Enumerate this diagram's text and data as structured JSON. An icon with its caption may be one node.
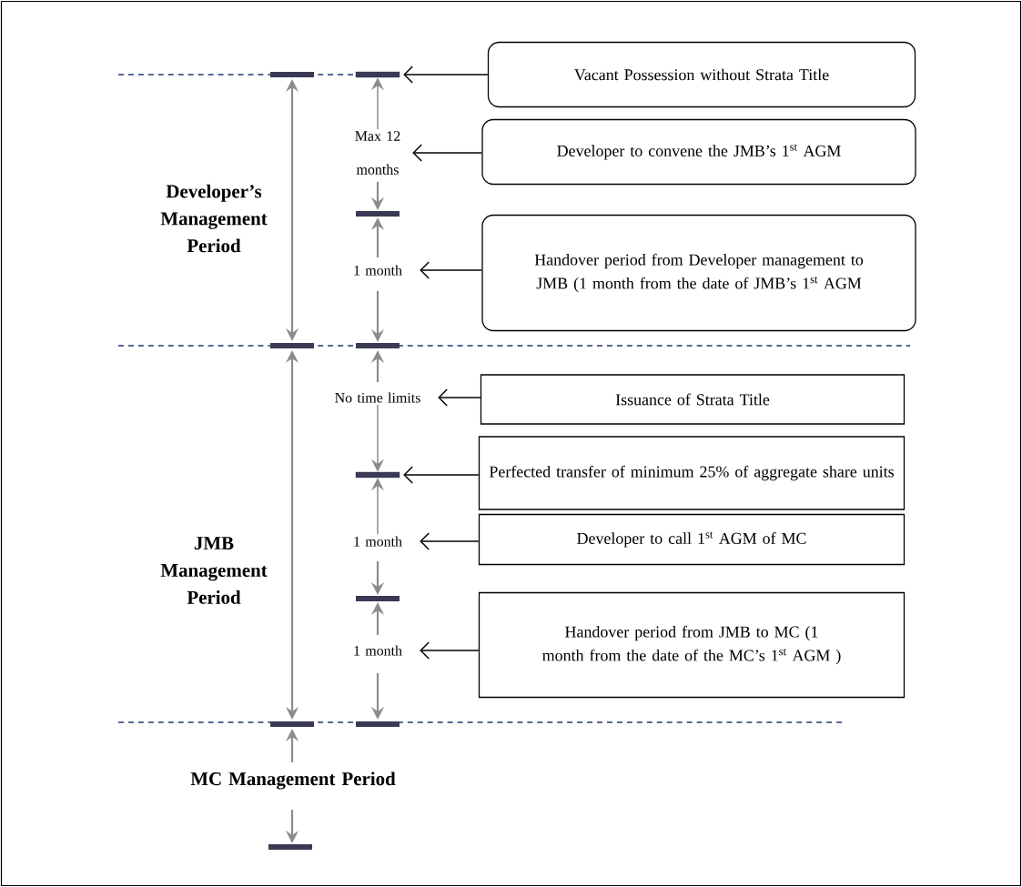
{
  "diagram": {
    "nodes": [
      {
        "text": [
          "Vacant Possession without Strata Title"
        ]
      },
      {
        "text": [
          "Developer to convene the JMB’s 1$^{st}$ AGM"
        ]
      },
      {
        "text": [
          "Handover period from Developer management to JMB (1 month from the date of JMB’s 1$^{st}$ AGM"
        ]
      },
      {
        "text": [
          "Issuance of Strata Title"
        ]
      },
      {
        "text": [
          "Perfected transfer of minimum 25% of aggregate share units"
        ]
      },
      {
        "text": [
          "Developer to call 1$^{st}$ AGM of MC"
        ]
      },
      {
        "text": [
          "Handover period from JMB to MC (1 month from the date of the MC’s 1$^{st}$ AGM )"
        ]
      },
      {
        "text": [
          "Max 12 months"
        ]
      },
      {
        "text": [
          "1 month"
        ]
      },
      {
        "text": [
          "No time limits"
        ]
      },
      {
        "text": [
          "1 month"
        ]
      },
      {
        "text": [
          "1 month"
        ]
      },
      {
        "text": [],
        "shape": "bar"
      },
      {
        "text": [],
        "shape": "bar"
      }
    ],
    "edges": [
      {
        "from": 0,
        "to": 12,
        "arrow": "to"
      },
      {
        "from": 1,
        "to": 7,
        "arrow": "to"
      },
      {
        "from": 2,
        "to": 8,
        "arrow": "to"
      },
      {
        "from": 3,
        "to": 9,
        "arrow": "to"
      },
      {
        "from": 4,
        "to": 13,
        "arrow": "to"
      },
      {
        "from": 5,
        "to": 10,
        "arrow": "to"
      },
      {
        "from": 6,
        "to": 11,
        "arrow": "to"
      },
      {
        "from": 7,
        "to": 12,
        "arrow": "to",
        "color": "#8c8c8c"
      },
      {
        "from": 9,
        "to": 13,
        "arrow": "to",
        "color": "#8c8c8c"
      },
      {
        "from": 10,
        "to": 13,
        "arrow": "to",
        "color": "#8c8c8c"
      }
    ],
    "labels": [
      "Developer’s Management Period",
      "JMB Management Period",
      "MC Management Period"
    ]
  }
}
